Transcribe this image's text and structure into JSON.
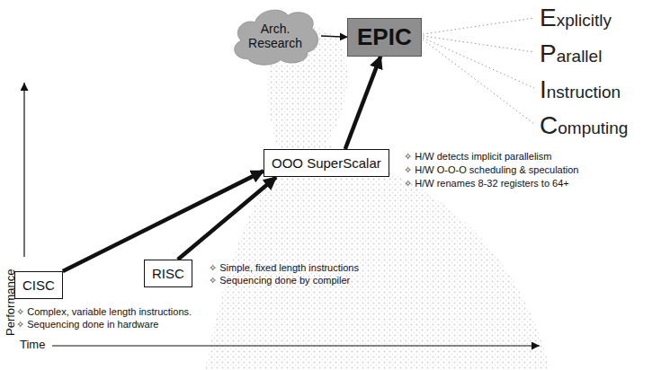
{
  "diagram": {
    "nodes": [
      {
        "text": [
          "Arch. Research"
        ]
      },
      {
        "text": [
          "EPIC"
        ]
      },
      {
        "text": [
          "OOO SuperScalar"
        ]
      },
      {
        "text": [
          "CISC"
        ]
      },
      {
        "text": [
          "RISC"
        ]
      }
    ],
    "edges": [
      {
        "from": 0,
        "to": 1,
        "arrow": "to"
      },
      {
        "from": 2,
        "to": 1,
        "arrow": "to"
      },
      {
        "from": 3,
        "to": 2,
        "arrow": "to"
      },
      {
        "from": 4,
        "to": 2,
        "arrow": "to"
      }
    ],
    "labels": [
      "Explicitly",
      "Parallel",
      "Instruction",
      "Computing",
      "✧ H/W detects implicit parallelism",
      "✧ H/W O-O-O scheduling & speculation",
      "✧ H/W renames 8-32 registers to 64+",
      "✧ Simple, fixed length instructions",
      "✧ Sequencing done by compiler",
      "✧ Complex, variable length instructions.",
      "✧ Sequencing done in hardware",
      "Performance",
      "Time"
    ]
  }
}
